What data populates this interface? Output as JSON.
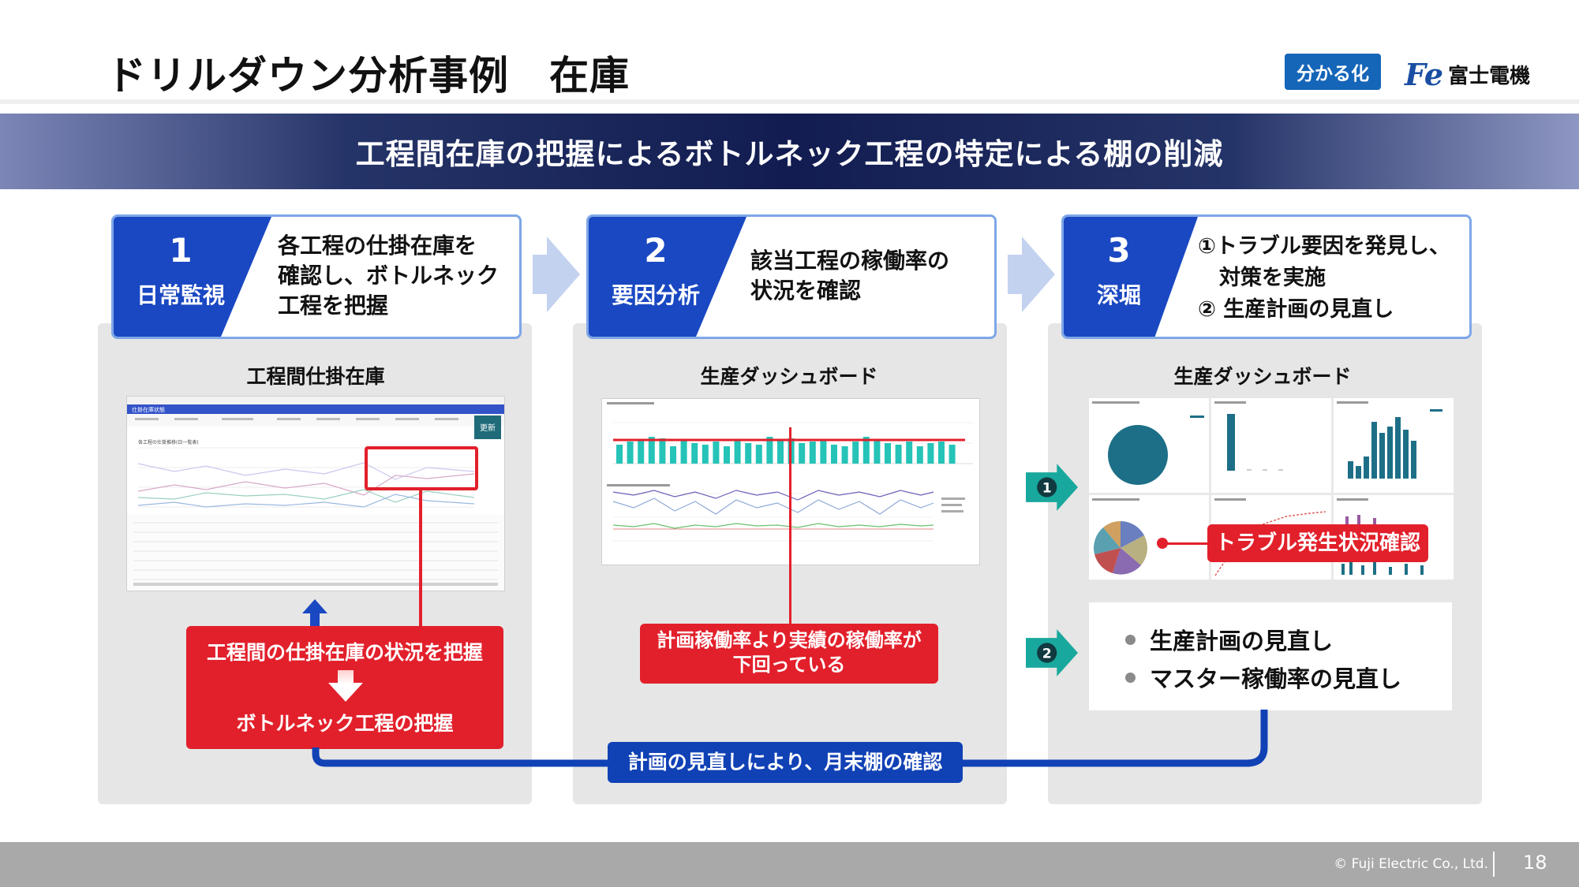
{
  "header": {
    "title": "ドリルダウン分析事例　在庫",
    "badge": "分かる化",
    "logo_mark": "Fe",
    "logo_text": "富士電機"
  },
  "banner": "工程間在庫の把握によるボトルネック工程の特定による棚の削減",
  "steps": [
    {
      "number": "1",
      "name": "日常監視",
      "desc": [
        "各工程の仕掛在庫を",
        "確認し、ボトルネック",
        "工程を把握"
      ],
      "panel_title": "工程間仕掛在庫"
    },
    {
      "number": "2",
      "name": "要因分析",
      "desc": [
        "該当工程の稼働率の",
        "状況を確認"
      ],
      "panel_title": "生産ダッシュボード"
    },
    {
      "number": "3",
      "name": "深堀",
      "desc": [
        "①トラブル要因を発見し、",
        "　対策を実施",
        "② 生産計画の見直し"
      ],
      "panel_title": "生産ダッシュボード"
    }
  ],
  "screenshot1": {
    "title": "仕掛在庫状態",
    "update_button": "更新",
    "chart_title": "各工程の仕掛推移(日一覧表)"
  },
  "callouts": {
    "step1_top": "工程間の仕掛在庫の状況を把握",
    "step1_bottom": "ボトルネック工程の把握",
    "step2": [
      "計画稼働率より実績の稼働率が",
      "下回っている"
    ],
    "step3_trouble": "トラブル発生状況確認",
    "feedback": "計画の見直しにより、月末棚の確認"
  },
  "step3_markers": [
    "1",
    "2"
  ],
  "step3_list": [
    "生産計画の見直し",
    "マスター稼働率の見直し"
  ],
  "footer": {
    "copyright": "© Fuji Electric Co., Ltd.",
    "page": "18"
  },
  "colors": {
    "accent_blue": "#1a48c2",
    "label_blue": "#1041b5",
    "red": "#e2202b",
    "teal": "#19a89d",
    "dark_teal": "#1d6f87"
  }
}
